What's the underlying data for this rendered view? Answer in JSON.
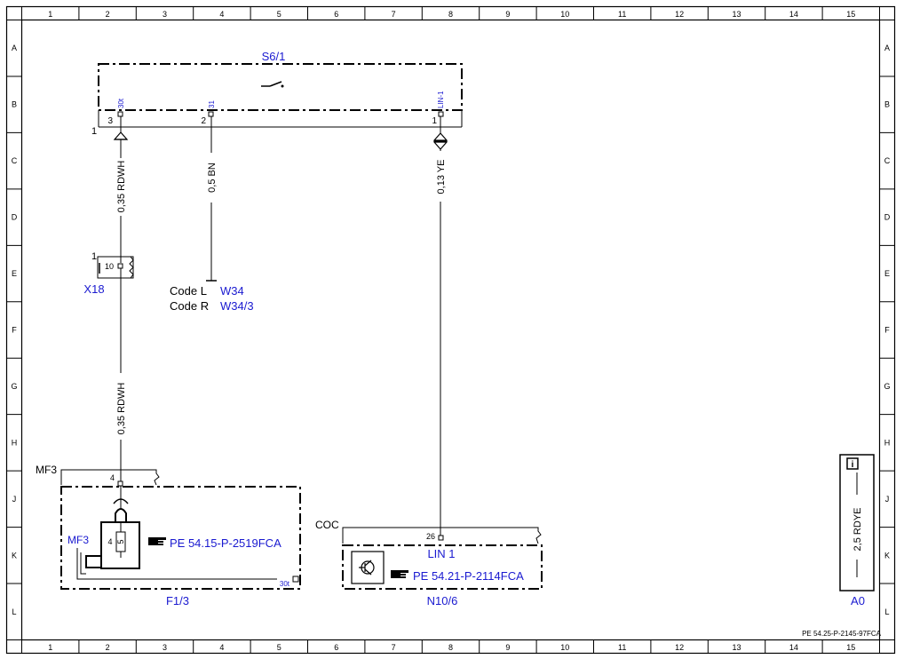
{
  "frame": {
    "columns": [
      "1",
      "2",
      "3",
      "4",
      "5",
      "6",
      "7",
      "8",
      "9",
      "10",
      "11",
      "12",
      "13",
      "14",
      "15"
    ],
    "rows": [
      "A",
      "B",
      "C",
      "D",
      "E",
      "F",
      "G",
      "H",
      "J",
      "K",
      "L"
    ],
    "drawing_number": "PE 54.25-P-2145-97FCA"
  },
  "components": {
    "s6_1": {
      "label": "S6/1",
      "pins": {
        "p30t": {
          "name": "30t",
          "number": "3"
        },
        "p31": {
          "name": "31",
          "number": "2"
        },
        "plin": {
          "name": "LIN-1",
          "number": "1"
        }
      },
      "ground_ref": "1"
    },
    "x18": {
      "label": "X18",
      "pin": "10",
      "index": "1"
    },
    "f1_3": {
      "label": "F1/3",
      "connector": "MF3",
      "pin": "4",
      "inner_label": "MF3",
      "fuse_pin": "4",
      "fuse_rating": "5",
      "out_pin": "30t",
      "reference": "PE 54.15-P-2519FCA"
    },
    "n10_6": {
      "label": "N10/6",
      "connector": "COC",
      "pin": "26",
      "bus": "LIN 1",
      "reference": "PE 54.21-P-2114FCA"
    }
  },
  "wires": {
    "w1": "0,35 RDWH",
    "w2": "0,35 RDWH",
    "w3": "0,5 BN",
    "w4": "0,13 YE"
  },
  "ground": {
    "code_l_label": "Code L",
    "code_l_value": "W34",
    "code_r_label": "Code R",
    "code_r_value": "W34/3"
  },
  "legend": {
    "icon": "info-icon",
    "wire": "2,5 RDYE",
    "label": "A0"
  }
}
